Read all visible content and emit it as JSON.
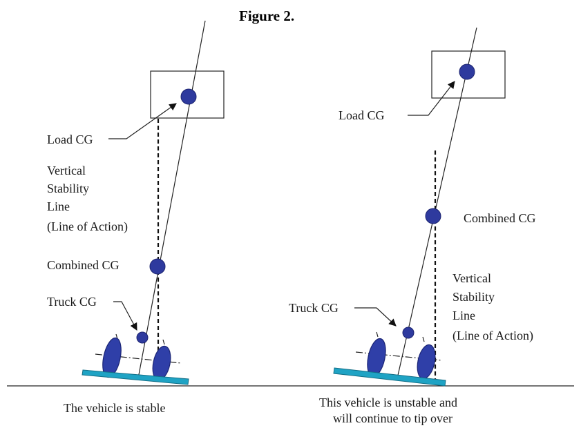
{
  "figure_title": "Figure 2.",
  "stable": {
    "load_cg": "Load CG",
    "vsl_line1": "Vertical",
    "vsl_line2": "Stability",
    "vsl_line3": "Line",
    "vsl_line4": "(Line of Action)",
    "combined_cg": "Combined CG",
    "truck_cg": "Truck CG",
    "caption": "The vehicle is stable"
  },
  "unstable": {
    "load_cg": "Load CG",
    "combined_cg": "Combined CG",
    "vsl_line1": "Vertical",
    "vsl_line2": "Stability",
    "vsl_line3": "Line",
    "vsl_line4": "(Line of Action)",
    "truck_cg": "Truck CG",
    "caption_line1": "This vehicle is unstable and",
    "caption_line2": "will continue to tip over"
  },
  "colors": {
    "cg_fill": "#2e3a9e",
    "wheel_fill": "#2f3fa8",
    "platform_fill": "#1fa3c4"
  }
}
